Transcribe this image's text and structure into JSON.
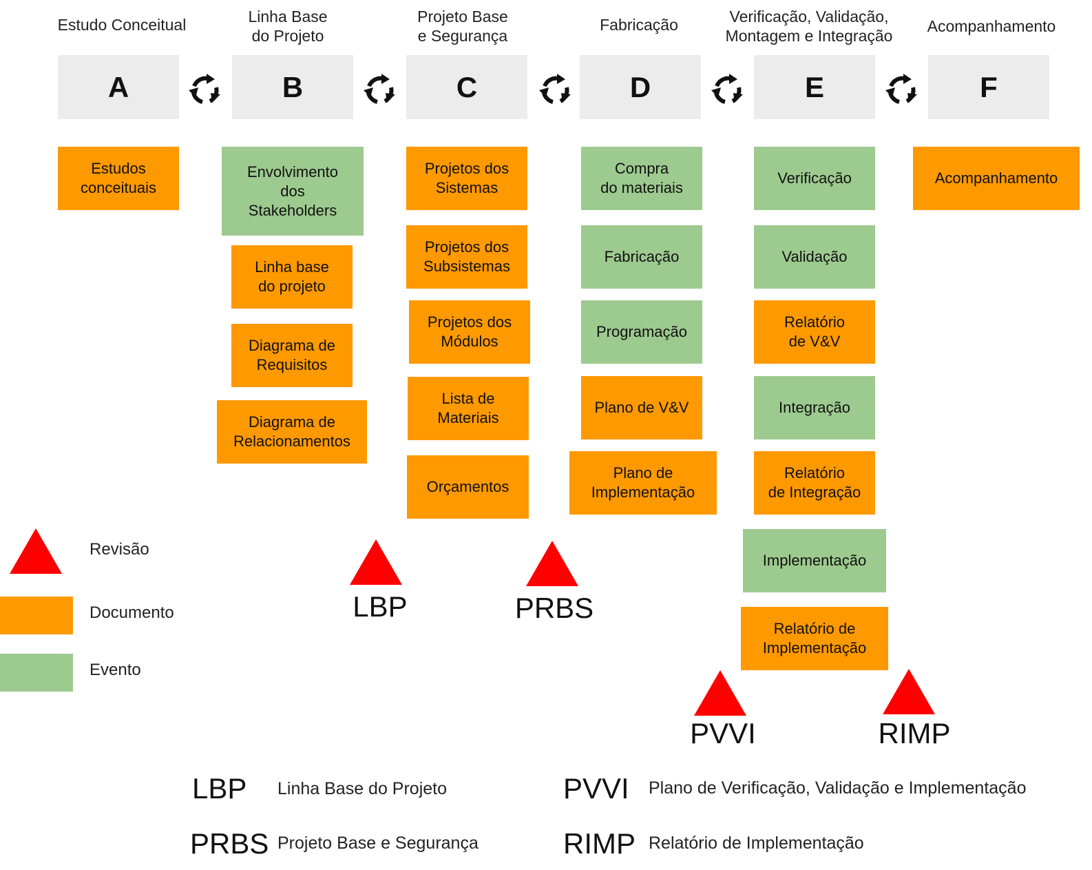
{
  "phases": [
    {
      "title": "Estudo Conceitual",
      "letter": "A"
    },
    {
      "title": "Linha Base\ndo Projeto",
      "letter": "B"
    },
    {
      "title": "Projeto Base\ne Segurança",
      "letter": "C"
    },
    {
      "title": "Fabricação",
      "letter": "D"
    },
    {
      "title": "Verificação, Validação,\nMontagem e Integração",
      "letter": "E"
    },
    {
      "title": "Acompanhamento",
      "letter": "F"
    }
  ],
  "columns": {
    "A": [
      {
        "text": "Estudos\nconceituais",
        "type": "documento"
      }
    ],
    "B": [
      {
        "text": "Envolvimento\ndos\nStakeholders",
        "type": "evento"
      },
      {
        "text": "Linha base\ndo projeto",
        "type": "documento"
      },
      {
        "text": "Diagrama de\nRequisitos",
        "type": "documento"
      },
      {
        "text": "Diagrama de\nRelacionamentos",
        "type": "documento"
      }
    ],
    "C": [
      {
        "text": "Projetos dos\nSistemas",
        "type": "documento"
      },
      {
        "text": "Projetos dos\nSubsistemas",
        "type": "documento"
      },
      {
        "text": "Projetos dos\nMódulos",
        "type": "documento"
      },
      {
        "text": "Lista de\nMateriais",
        "type": "documento"
      },
      {
        "text": "Orçamentos",
        "type": "documento"
      }
    ],
    "D": [
      {
        "text": "Compra\ndo materiais",
        "type": "evento"
      },
      {
        "text": "Fabricação",
        "type": "evento"
      },
      {
        "text": "Programação",
        "type": "evento"
      },
      {
        "text": "Plano de V&V",
        "type": "documento"
      },
      {
        "text": "Plano de\nImplementação",
        "type": "documento"
      }
    ],
    "E": [
      {
        "text": "Verificação",
        "type": "evento"
      },
      {
        "text": "Validação",
        "type": "evento"
      },
      {
        "text": "Relatório\nde V&V",
        "type": "documento"
      },
      {
        "text": "Integração",
        "type": "evento"
      },
      {
        "text": "Relatório\nde Integração",
        "type": "documento"
      },
      {
        "text": "Implementação",
        "type": "evento"
      },
      {
        "text": "Relatório de\nImplementação",
        "type": "documento"
      }
    ],
    "F": [
      {
        "text": "Acompanhamento",
        "type": "documento"
      }
    ]
  },
  "legend": {
    "revisao": "Revisão",
    "documento": "Documento",
    "evento": "Evento"
  },
  "milestones": [
    "LBP",
    "PRBS",
    "PVVI",
    "RIMP"
  ],
  "abbreviations": [
    {
      "code": "LBP",
      "desc": "Linha Base do Projeto"
    },
    {
      "code": "PRBS",
      "desc": "Projeto Base e Segurança"
    },
    {
      "code": "PVVI",
      "desc": "Plano de Verificação, Validação e Implementação"
    },
    {
      "code": "RIMP",
      "desc": "Relatório de Implementação"
    }
  ],
  "colors": {
    "documento": "#ff9900",
    "evento": "#9dca8f",
    "revisao": "#ff0000",
    "phase_box": "#ececec"
  },
  "icons": {
    "cycle": "cycle-arrows-icon"
  }
}
